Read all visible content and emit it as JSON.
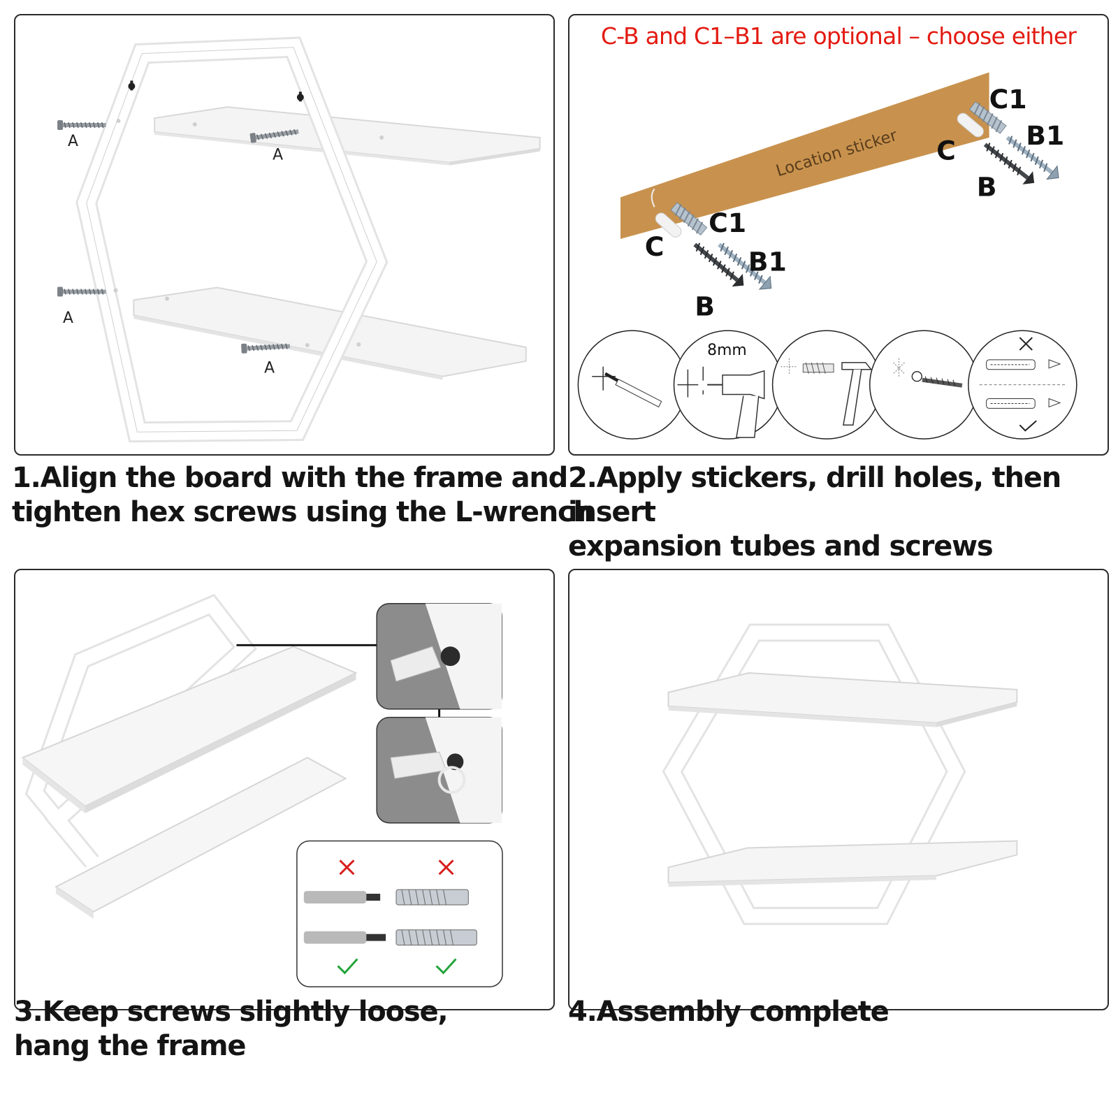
{
  "steps": [
    {
      "caption_line1": "1.Align the board with the frame and",
      "caption_line2": "tighten hex screws using the L-wrench"
    },
    {
      "caption_line1": "2.Apply stickers, drill holes, then insert",
      "caption_line2": "expansion tubes and screws"
    },
    {
      "caption_line1": "3.Keep screws slightly loose,",
      "caption_line2": "hang the frame"
    },
    {
      "caption_line1": "4.Assembly complete",
      "caption_line2": ""
    }
  ],
  "panel1": {
    "screw_label": "A"
  },
  "panel2": {
    "note": "C-B and C1–B1 are optional – choose either",
    "sticker_text": "Location sticker",
    "label_c": "C",
    "label_c1": "C1",
    "label_b": "B",
    "label_b1": "B1",
    "drill_size": "8mm"
  },
  "colors": {
    "note_red": "#e31b12",
    "sticker": "#c8924e",
    "cross": "#d81e1e",
    "check": "#22a43a"
  },
  "icons": [
    "pencil-icon",
    "drill-icon",
    "hammer-icon",
    "screwdriver-icon",
    "cross-icon",
    "check-icon"
  ]
}
